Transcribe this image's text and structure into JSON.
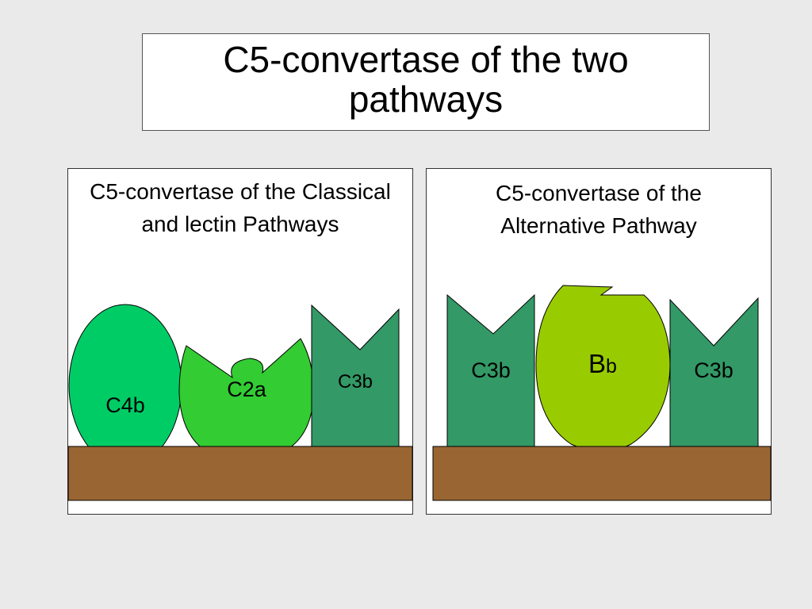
{
  "title": "C5-convertase of the two pathways",
  "left_panel": {
    "heading": "C5-convertase of the Classical and lectin Pathways",
    "labels": {
      "c4b": "C4b",
      "c2a": "C2a",
      "c3b": "C3b"
    }
  },
  "right_panel": {
    "heading": "C5-convertase of the Alternative Pathway",
    "labels": {
      "c3b_left": "C3b",
      "bb_big": "B",
      "bb_small": "b",
      "c3b_right": "C3b"
    }
  },
  "colors": {
    "membrane": "#996633",
    "c4b": "#00cc66",
    "c2a": "#33cc33",
    "c3b": "#339966",
    "bb": "#99cc00",
    "outline": "#000000"
  }
}
